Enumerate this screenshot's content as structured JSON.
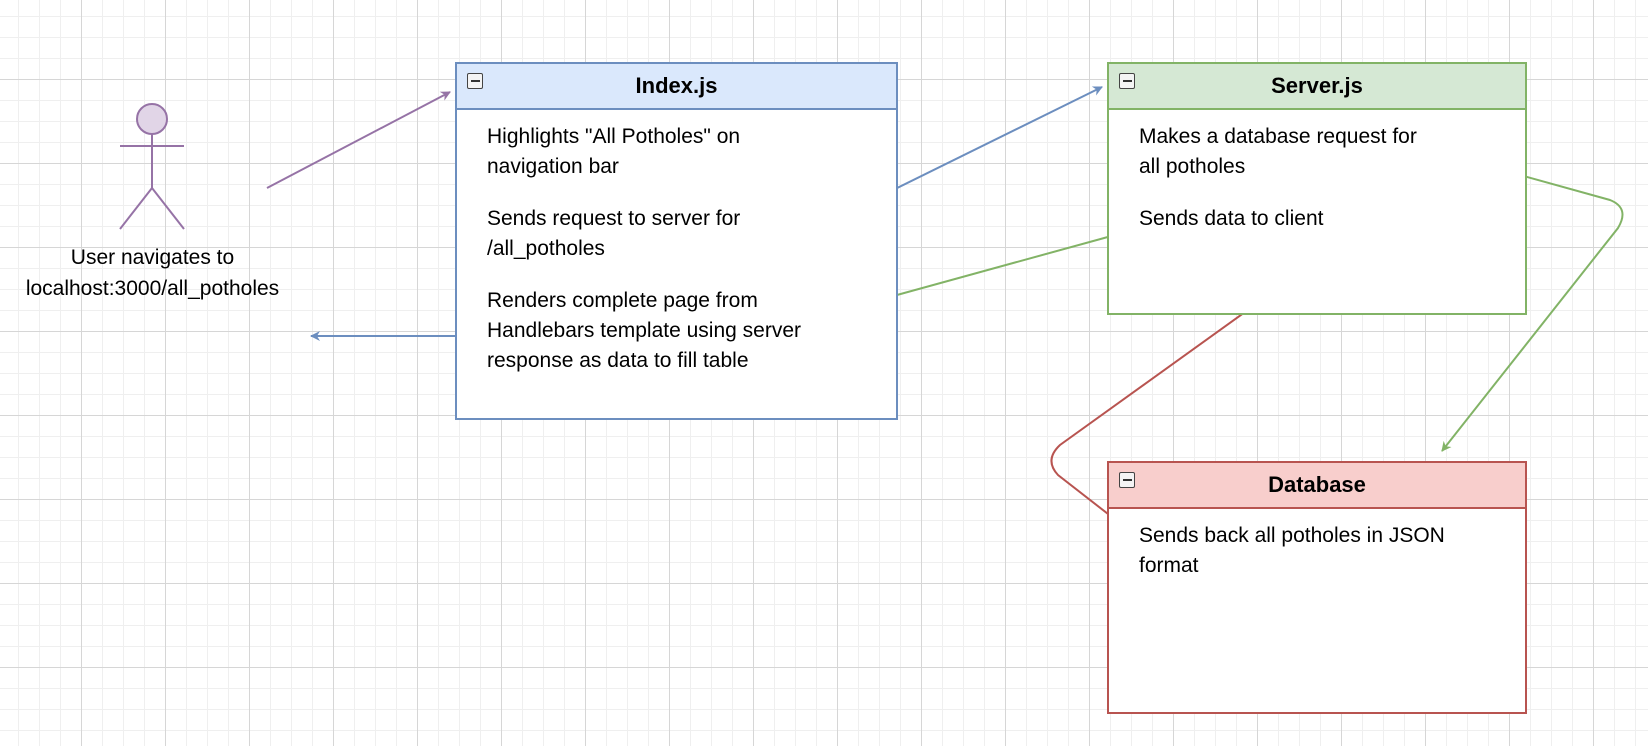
{
  "actor": {
    "label_lines": [
      "User navigates to",
      "localhost:3000/all_potholes"
    ]
  },
  "boxes": {
    "index": {
      "title": "Index.js",
      "lines": [
        "Highlights \"All Potholes\" on\nnavigation bar",
        "Sends request to server for\n/all_potholes",
        "Renders complete page from\nHandlebars template using server\nresponse as data to fill table"
      ]
    },
    "server": {
      "title": "Server.js",
      "lines": [
        "Makes a database request for\nall potholes",
        "Sends data to client"
      ]
    },
    "database": {
      "title": "Database",
      "lines": [
        "Sends back all potholes in JSON\nformat"
      ]
    }
  },
  "colors": {
    "blue_stroke": "#6c8ebf",
    "blue_fill": "#dae8fc",
    "green_stroke": "#82b366",
    "green_fill": "#d5e8d4",
    "red_stroke": "#b85450",
    "red_fill": "#f8cecc",
    "purple_stroke": "#9673a6",
    "purple_fill": "#e1d5e7"
  }
}
